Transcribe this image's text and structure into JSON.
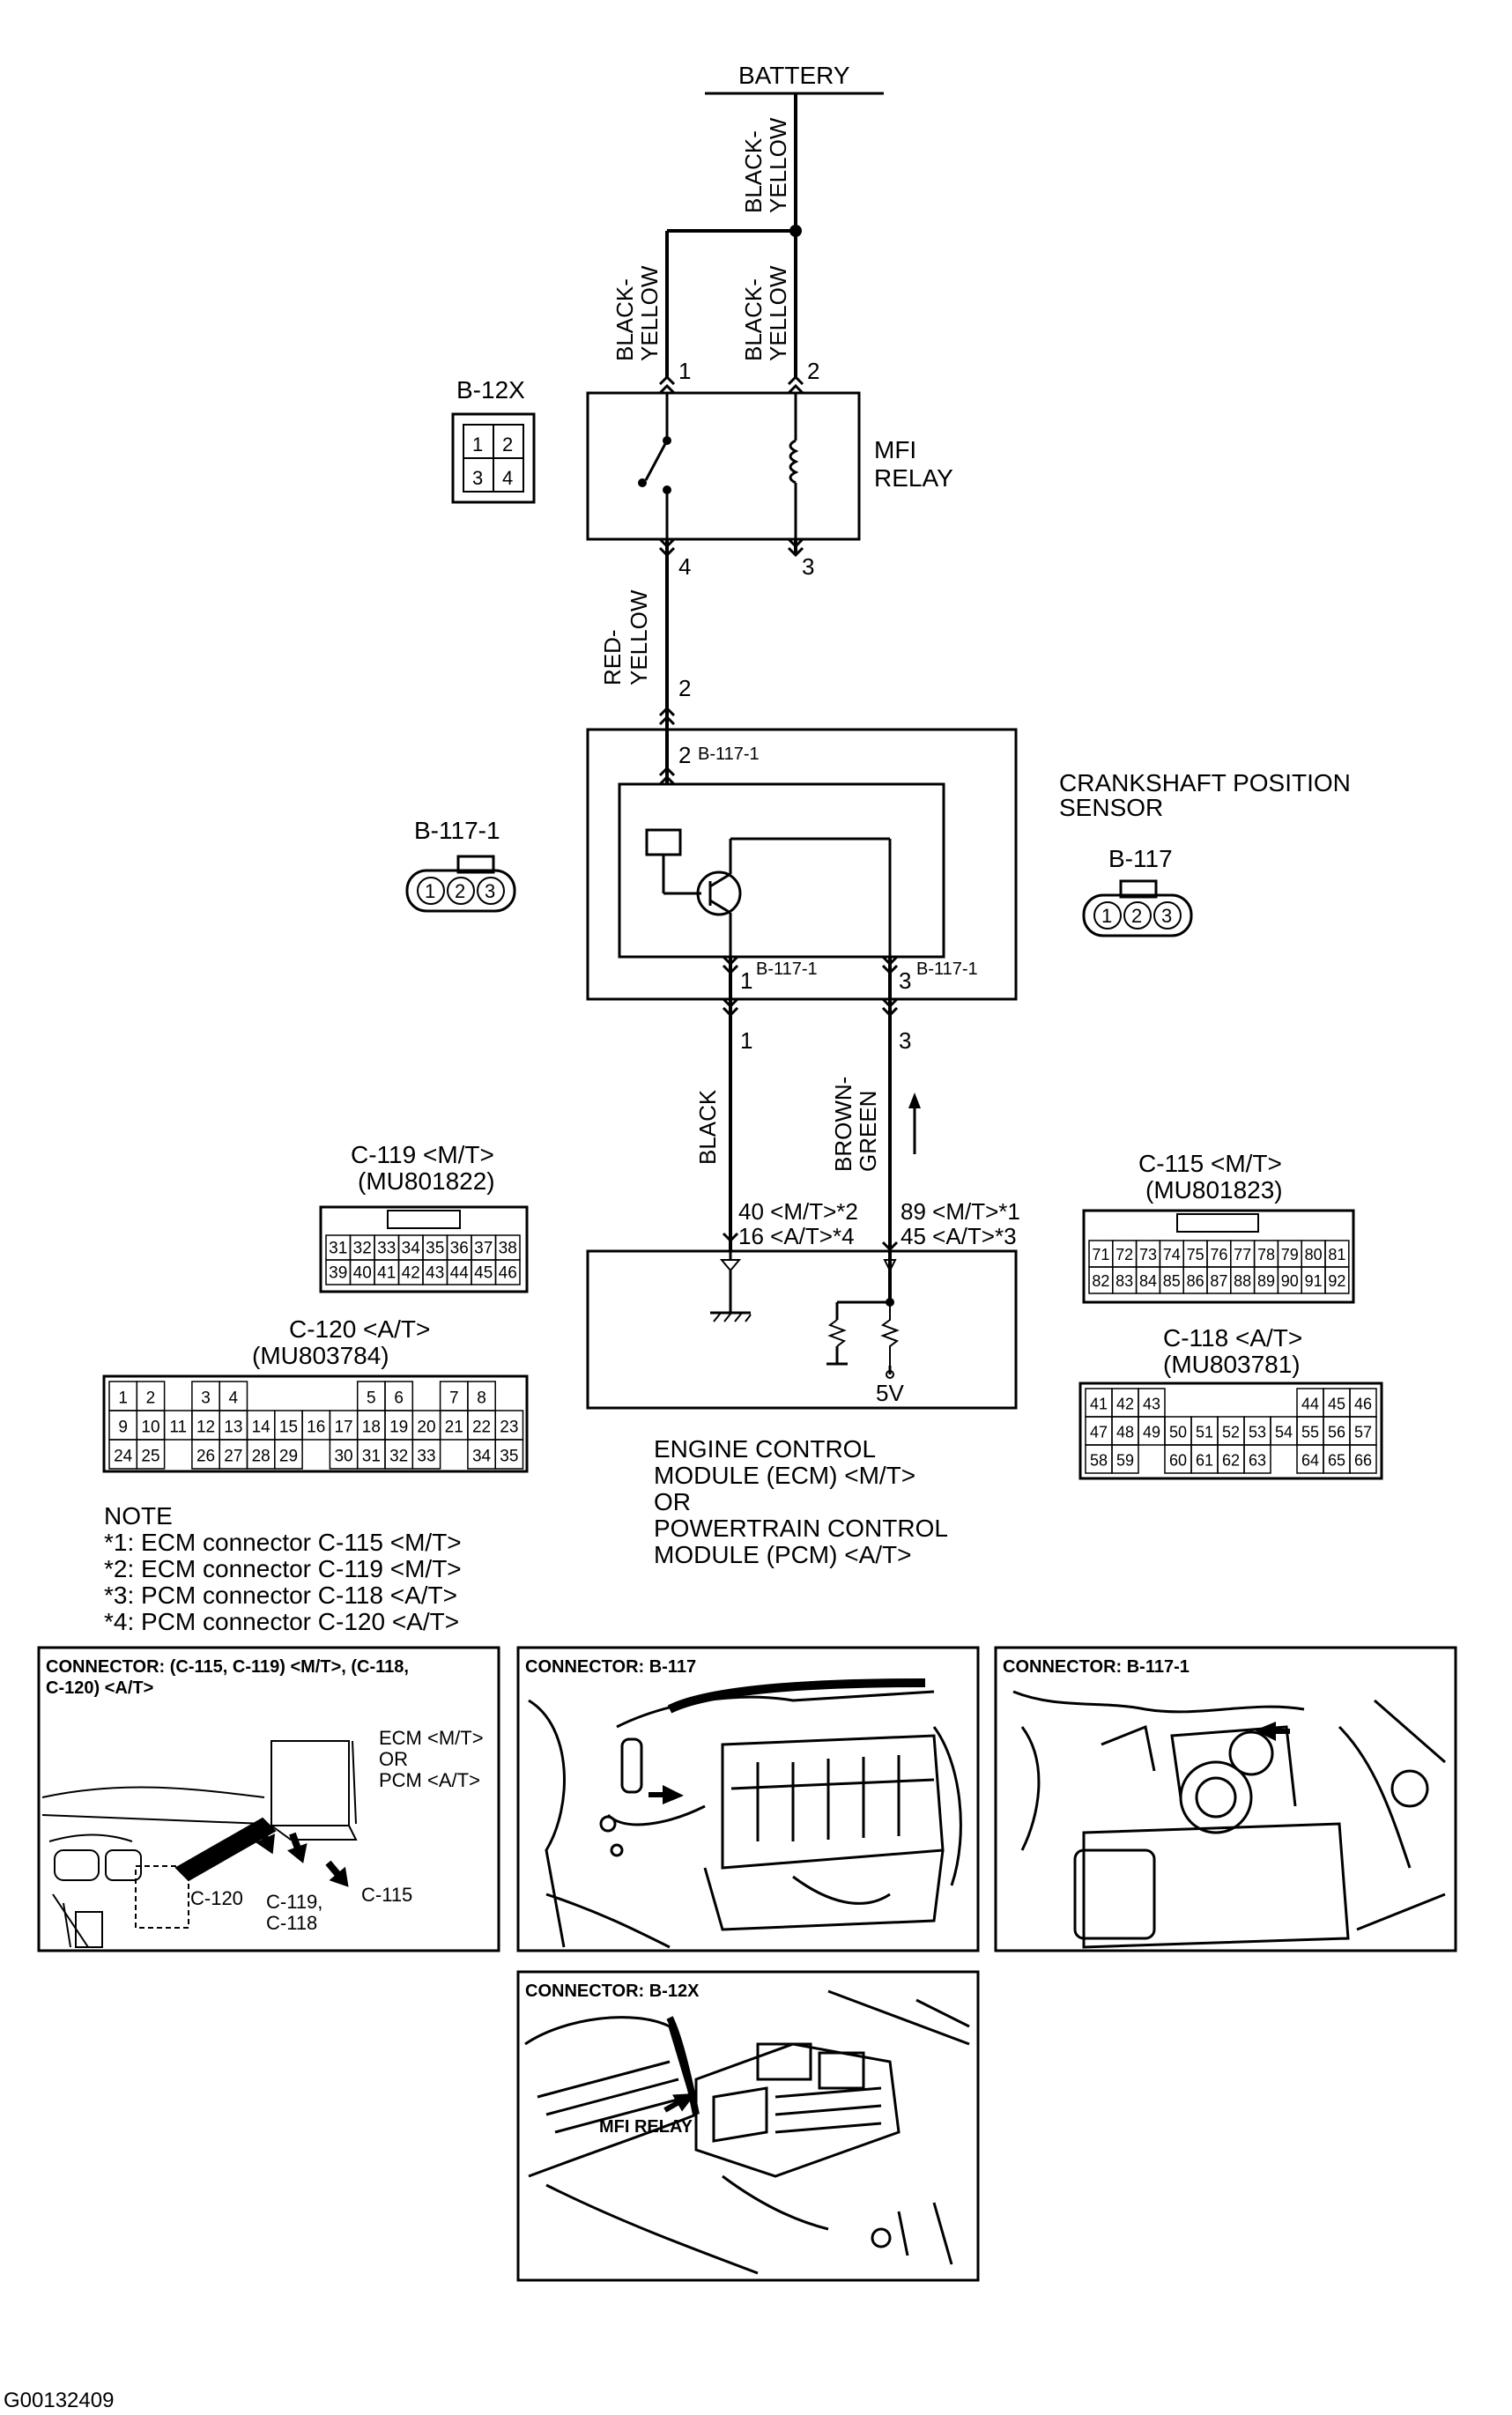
{
  "diagram": {
    "battery": "BATTERY",
    "wires": {
      "top_main": [
        "BLACK-",
        "YELLOW"
      ],
      "left_branch": [
        "BLACK-",
        "YELLOW"
      ],
      "right_branch": [
        "BLACK-",
        "YELLOW"
      ],
      "relay_out": [
        "RED-",
        "YELLOW"
      ],
      "black": "BLACK",
      "brown_green": [
        "BROWN-",
        "GREEN"
      ]
    },
    "relay": {
      "connector_label": "B-12X",
      "pins": [
        "1",
        "2",
        "3",
        "4"
      ],
      "name": [
        "MFI",
        "RELAY"
      ],
      "pin1": "1",
      "pin2": "2",
      "pin3": "3",
      "pin4": "4"
    },
    "sensor": {
      "name": [
        "CRANKSHAFT POSITION",
        "SENSOR"
      ],
      "conn_b117_1": "B-117-1",
      "conn_b117": "B-117",
      "pins": [
        "1",
        "2",
        "3"
      ],
      "pin_top_outer": "2",
      "pin_top_inner": "2",
      "pin_top_inner_conn": "B-117-1",
      "pin_bl_inner": "1",
      "pin_bl_inner_conn": "B-117-1",
      "pin_br_inner": "3",
      "pin_br_inner_conn": "B-117-1",
      "pin_bl_outer": "1",
      "pin_br_outer": "3"
    },
    "ecm": {
      "left_pins": [
        "40 <M/T>*2",
        "16 <A/T>*4"
      ],
      "right_pins": [
        "89 <M/T>*1",
        "45 <A/T>*3"
      ],
      "voltage": "5V",
      "name": [
        "ENGINE CONTROL",
        "MODULE (ECM) <M/T>",
        "OR",
        "POWERTRAIN CONTROL",
        "MODULE (PCM) <A/T>"
      ]
    },
    "c119": {
      "title": "C-119 <M/T>",
      "part": "(MU801822)",
      "row1": [
        "31",
        "32",
        "33",
        "34",
        "35",
        "36",
        "37",
        "38"
      ],
      "row2": [
        "39",
        "40",
        "41",
        "42",
        "43",
        "44",
        "45",
        "46"
      ]
    },
    "c115": {
      "title": "C-115 <M/T>",
      "part": "(MU801823)",
      "row1": [
        "71",
        "72",
        "73",
        "74",
        "75",
        "76",
        "77",
        "78",
        "79",
        "80",
        "81"
      ],
      "row2": [
        "82",
        "83",
        "84",
        "85",
        "86",
        "87",
        "88",
        "89",
        "90",
        "91",
        "92"
      ]
    },
    "c120": {
      "title": "C-120 <A/T>",
      "part": "(MU803784)",
      "row1": [
        "1",
        "2",
        "",
        "3",
        "4",
        "",
        "",
        "",
        "",
        "5",
        "6",
        "",
        "7",
        "8"
      ],
      "row2": [
        "9",
        "10",
        "11",
        "12",
        "13",
        "14",
        "15",
        "16",
        "17",
        "18",
        "19",
        "20",
        "21",
        "22",
        "23"
      ],
      "row3": [
        "24",
        "25",
        "",
        "26",
        "27",
        "28",
        "29",
        "",
        "30",
        "31",
        "32",
        "33",
        "",
        "34",
        "35"
      ]
    },
    "c118": {
      "title": "C-118 <A/T>",
      "part": "(MU803781)",
      "row1": [
        "41",
        "42",
        "43",
        "",
        "",
        "",
        "",
        "",
        "44",
        "45",
        "46"
      ],
      "row2": [
        "47",
        "48",
        "49",
        "50",
        "51",
        "52",
        "53",
        "54",
        "55",
        "56",
        "57"
      ],
      "row3": [
        "58",
        "59",
        "",
        "60",
        "61",
        "62",
        "63",
        "",
        "64",
        "65",
        "66"
      ]
    },
    "notes": {
      "heading": "NOTE",
      "lines": [
        "*1: ECM connector C-115 <M/T>",
        "*2: ECM connector C-119 <M/T>",
        "*3: PCM connector C-118 <A/T>",
        "*4: PCM connector C-120 <A/T>"
      ]
    }
  },
  "photos": {
    "p1": {
      "title": [
        "CONNECTOR: (C-115, C-119) <M/T>, (C-118,",
        "C-120) <A/T>"
      ],
      "ecm_label": [
        "ECM <M/T>",
        "OR",
        "PCM <A/T>"
      ],
      "c120": "C-120",
      "c119": [
        "C-119,",
        "C-118"
      ],
      "c115": "C-115"
    },
    "p2": {
      "title": "CONNECTOR: B-117"
    },
    "p3": {
      "title": "CONNECTOR: B-117-1"
    },
    "p4": {
      "title": "CONNECTOR: B-12X",
      "label": "MFI RELAY"
    }
  },
  "figure_id": "G00132409"
}
